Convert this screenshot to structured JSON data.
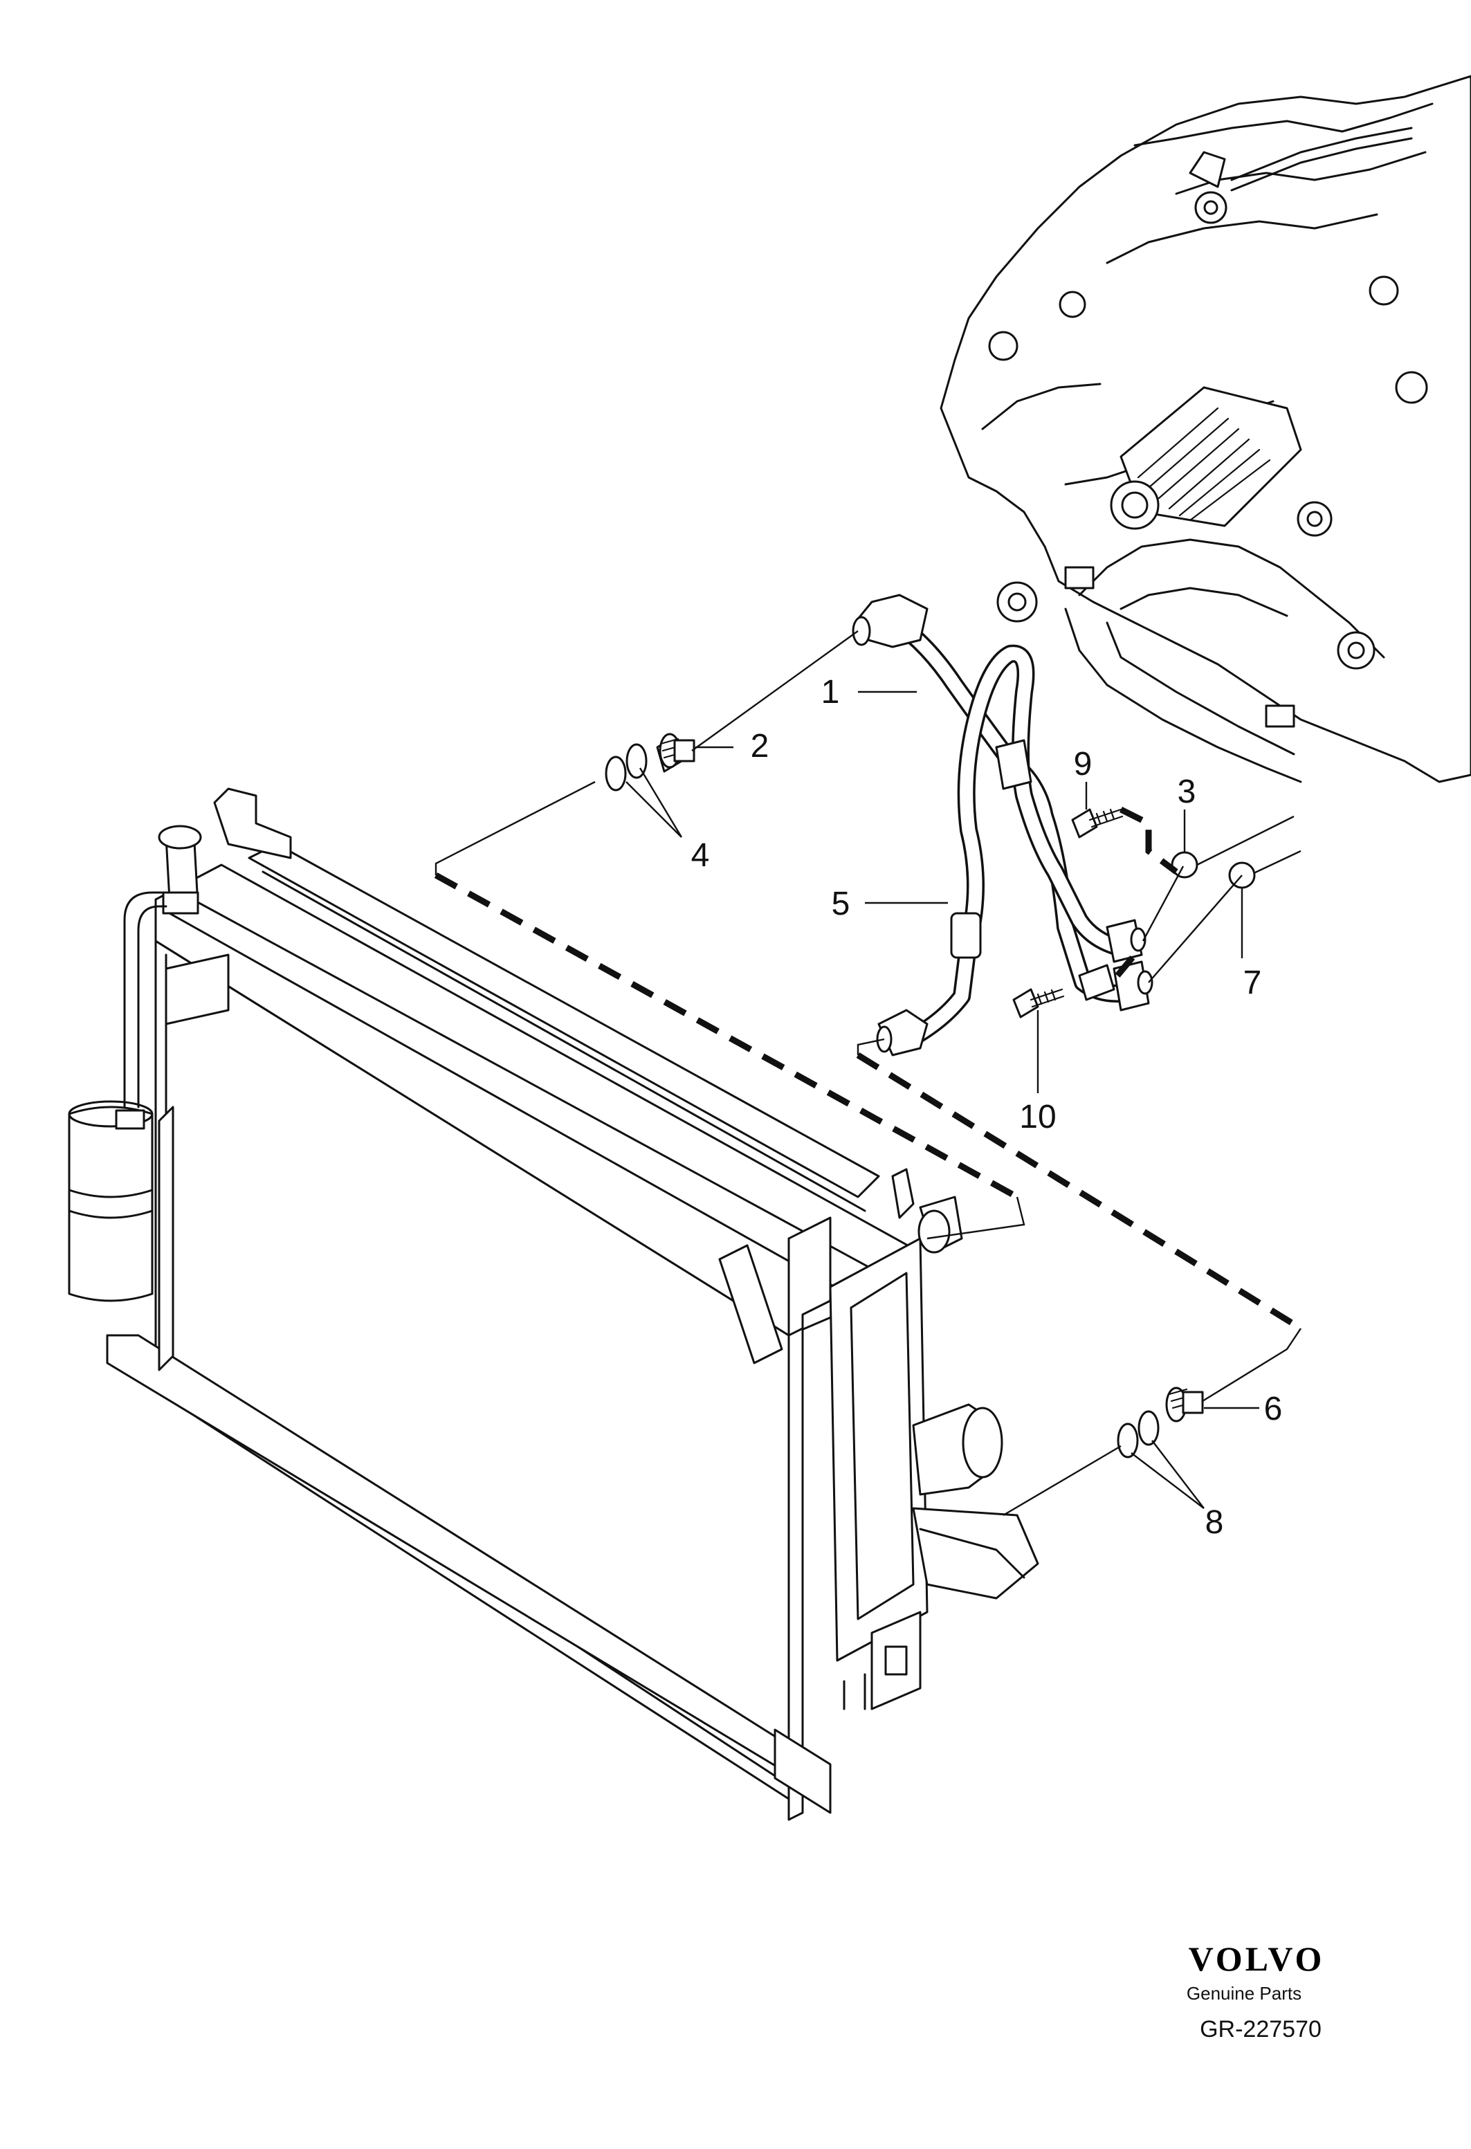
{
  "callouts": [
    {
      "id": "1",
      "text": "1"
    },
    {
      "id": "2",
      "text": "2"
    },
    {
      "id": "3",
      "text": "3"
    },
    {
      "id": "4",
      "text": "4"
    },
    {
      "id": "5",
      "text": "5"
    },
    {
      "id": "6",
      "text": "6"
    },
    {
      "id": "7",
      "text": "7"
    },
    {
      "id": "8",
      "text": "8"
    },
    {
      "id": "9",
      "text": "9"
    },
    {
      "id": "10",
      "text": "10"
    }
  ],
  "brand": {
    "logo_text": "VOLVO",
    "tagline": "Genuine Parts",
    "ref_code": "GR-227570"
  },
  "colors": {
    "line": "#111111",
    "background": "#ffffff"
  }
}
